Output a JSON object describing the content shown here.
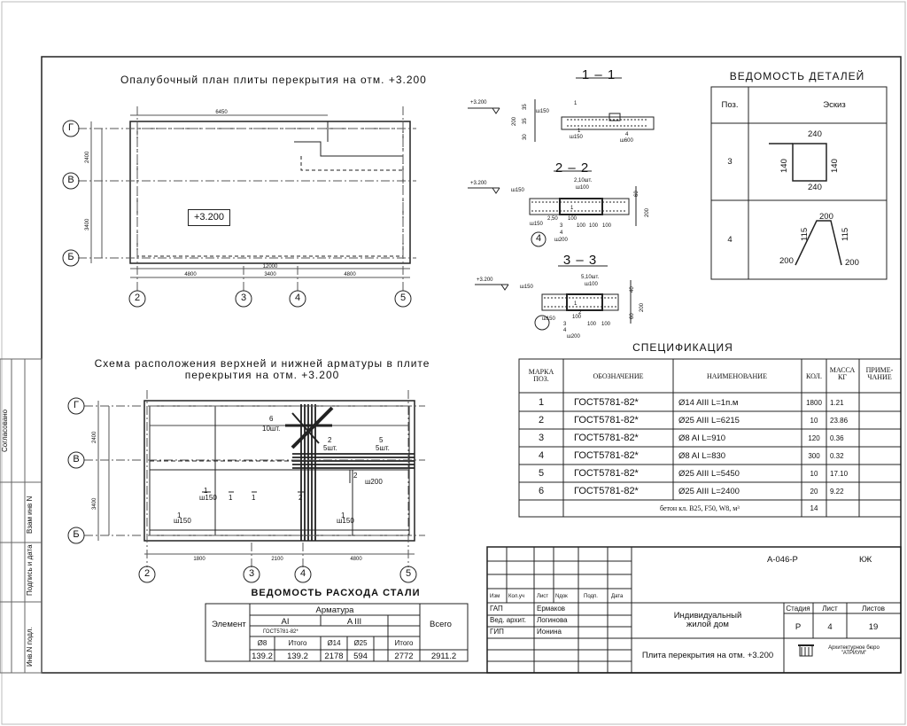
{
  "formwork_plan": {
    "title": "Опалубочный план плиты перекрытия на отм. +3.200",
    "level_mark": "+3.200",
    "axes_letters": [
      "Г",
      "В",
      "Б"
    ],
    "axes_numbers": [
      "2",
      "3",
      "4",
      "5"
    ],
    "dims_bottom": [
      "4800",
      "3400",
      "4800"
    ],
    "dim_total": "12000",
    "dim_top": "6450",
    "dims_left": [
      "2400",
      "3400"
    ]
  },
  "rebar_scheme": {
    "title_line1": "Схема расположения верхней и нижней арматуры в плите",
    "title_line2": "перекрытия на отм. +3.200",
    "axes_letters": [
      "Г",
      "В",
      "Б"
    ],
    "axes_numbers": [
      "2",
      "3",
      "4",
      "5"
    ],
    "dims_bottom": [
      "1800",
      "2100",
      "4800"
    ],
    "dims_left": [
      "2400",
      "3400"
    ],
    "labels": [
      {
        "pos": "6",
        "note": "10шт."
      },
      {
        "pos": "2",
        "note": "5шт."
      },
      {
        "pos": "5",
        "note": "5шт."
      },
      {
        "pos": "2",
        "note": "ш200"
      },
      {
        "pos": "1",
        "note": "ш150"
      },
      {
        "pos": "1",
        "note": ""
      },
      {
        "pos": "1",
        "note": ""
      },
      {
        "pos": "2",
        "note": ""
      },
      {
        "pos": "1",
        "note": "ш150"
      },
      {
        "pos": "1",
        "note": "ш150"
      }
    ]
  },
  "sections": {
    "s1": {
      "title": "1 – 1",
      "mark": "+3.200",
      "labels": [
        "1",
        "ш150",
        "ш150",
        "4",
        "ш600",
        "200",
        "35",
        "35",
        "30",
        "1"
      ]
    },
    "s2": {
      "title": "2 – 2",
      "mark": "+3.200",
      "labels": [
        "ш150",
        "2,10шт.",
        "ш100",
        "1",
        "2,50",
        "100",
        "3",
        "4",
        "ш150",
        "ш200",
        "100",
        "100",
        "100",
        "200",
        "60",
        "4"
      ]
    },
    "s3": {
      "title": "3 – 3",
      "mark": "+3.200",
      "labels": [
        "ш150",
        "5,10шт.",
        "ш100",
        "1",
        "2",
        "ш150",
        "100",
        "3",
        "4",
        "ш200",
        "100",
        "100",
        "200",
        "60",
        "40"
      ]
    }
  },
  "details": {
    "title": "ВЕДОМОСТЬ ДЕТАЛЕЙ",
    "col_pos": "Поз.",
    "col_sketch": "Эскиз",
    "rows": [
      {
        "pos": "3",
        "dims": [
          "240",
          "140",
          "140",
          "240"
        ]
      },
      {
        "pos": "4",
        "dims": [
          "200",
          "115",
          "115",
          "200",
          "200"
        ]
      }
    ]
  },
  "specification": {
    "title": "СПЕЦИФИКАЦИЯ",
    "headers": [
      "МАРКА ПОЗ.",
      "ОБОЗНАЧЕНИЕ",
      "НАИМЕНОВАНИЕ",
      "КОЛ.",
      "МАССА КГ",
      "ПРИМЕ- ЧАНИЕ"
    ],
    "rows": [
      {
        "pos": "1",
        "doc": "ГОСТ5781-82*",
        "name": "Ø14 AIII   L=1п.м",
        "qty": "1800",
        "mass": "1.21"
      },
      {
        "pos": "2",
        "doc": "ГОСТ5781-82*",
        "name": "Ø25 AIII   L=6215",
        "qty": "10",
        "mass": "23.86"
      },
      {
        "pos": "3",
        "doc": "ГОСТ5781-82*",
        "name": "Ø8 AI   L=910",
        "qty": "120",
        "mass": "0.36"
      },
      {
        "pos": "4",
        "doc": "ГОСТ5781-82*",
        "name": "Ø8 AI   L=830",
        "qty": "300",
        "mass": "0.32"
      },
      {
        "pos": "5",
        "doc": "ГОСТ5781-82*",
        "name": "Ø25 AIII   L=5450",
        "qty": "10",
        "mass": "17.10"
      },
      {
        "pos": "6",
        "doc": "ГОСТ5781-82*",
        "name": "Ø25 AIII   L=2400",
        "qty": "20",
        "mass": "9.22"
      }
    ],
    "concrete": "бетон кл. B25, F50, W8,    м³",
    "concrete_qty": "14"
  },
  "steel": {
    "title": "ВЕДОМОСТЬ РАСХОДА СТАЛИ",
    "element": "Элемент",
    "armatura": "Арматура",
    "class_a1": "AI",
    "class_a3": "A III",
    "gost": "ГОСТ5781-82*",
    "total": "Всего",
    "headers": [
      "Ø8",
      "Итого",
      "Ø14",
      "Ø25",
      "Итого"
    ],
    "values": [
      "139.2",
      "139.2",
      "2178",
      "594",
      "2772"
    ],
    "grand_total": "2911.2"
  },
  "stamp": {
    "code": "А-046-Р",
    "stage_code": "КЖ",
    "header_cells": [
      "Изм",
      "Кол.уч",
      "Лист",
      "Nдок",
      "Подп.",
      "Дата"
    ],
    "roles": [
      {
        "role": "ГАП",
        "name": "Ермаков"
      },
      {
        "role": "Вед. архит.",
        "name": "Логинова"
      },
      {
        "role": "ГИП",
        "name": "Ионина"
      }
    ],
    "project": "Индивидуальный жилой дом",
    "drawing": "Плита перекрытия на отм. +3.200",
    "stage_label": "Стадия",
    "sheet_label": "Лист",
    "sheets_label": "Листов",
    "stage": "Р",
    "sheet": "4",
    "sheets": "19",
    "company": "Архитектурное бюро \"АТРИУМ\""
  },
  "left_strip": {
    "agreed": "Согласовано",
    "inv_replace": "Взам инв N",
    "signature_date": "Подпись и дата",
    "inv_orig": "Инв.N подл."
  }
}
